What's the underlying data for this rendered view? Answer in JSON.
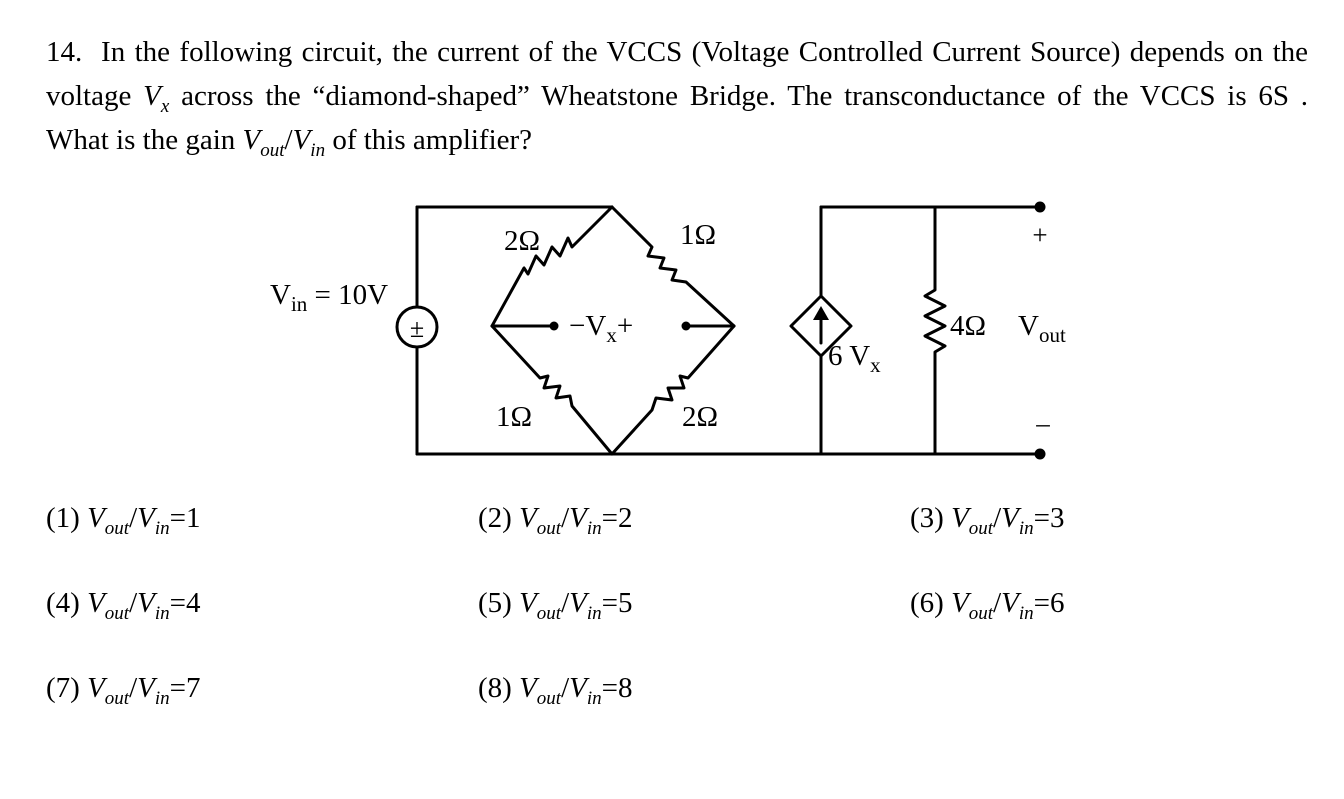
{
  "question": {
    "number": "14.",
    "part1": "In the following circuit, the current of the VCCS (Voltage Controlled Current Source) depends on the voltage",
    "vx_base": "V",
    "vx_sub": "x",
    "part2": "across the “diamond-shaped” Wheatstone Bridge. The transconductance of the VCCS is 6S . What is the gain",
    "gain_num": "V",
    "gain_num_sub": "out",
    "gain_slash": "/",
    "gain_den": "V",
    "gain_den_sub": "in",
    "part3": "of this amplifier?"
  },
  "circuit": {
    "source_label": "V",
    "source_label_sub": "in",
    "source_label_value": " = 10V",
    "source_symbol": "±",
    "r_top_left": "2Ω",
    "r_top_right": "1Ω",
    "r_bottom_left": "1Ω",
    "r_bottom_right": "2Ω",
    "vx_minus": "−V",
    "vx_sub": "x",
    "vx_plus": "+",
    "vccs_label": "6 V",
    "vccs_label_sub": "x",
    "r_load": "4Ω",
    "vout_label": "V",
    "vout_label_sub": "out",
    "plus_sign": "+",
    "minus_sign": "–"
  },
  "options": [
    {
      "num": "(1)",
      "value": "1"
    },
    {
      "num": "(2)",
      "value": "2"
    },
    {
      "num": "(3)",
      "value": "3"
    },
    {
      "num": "(4)",
      "value": "4"
    },
    {
      "num": "(5)",
      "value": "5"
    },
    {
      "num": "(6)",
      "value": "6"
    },
    {
      "num": "(7)",
      "value": "7"
    },
    {
      "num": "(8)",
      "value": "8"
    }
  ],
  "option_ratio": {
    "num": "V",
    "num_sub": "out",
    "slash": "/",
    "den": "V",
    "den_sub": "in",
    "eq": "="
  }
}
